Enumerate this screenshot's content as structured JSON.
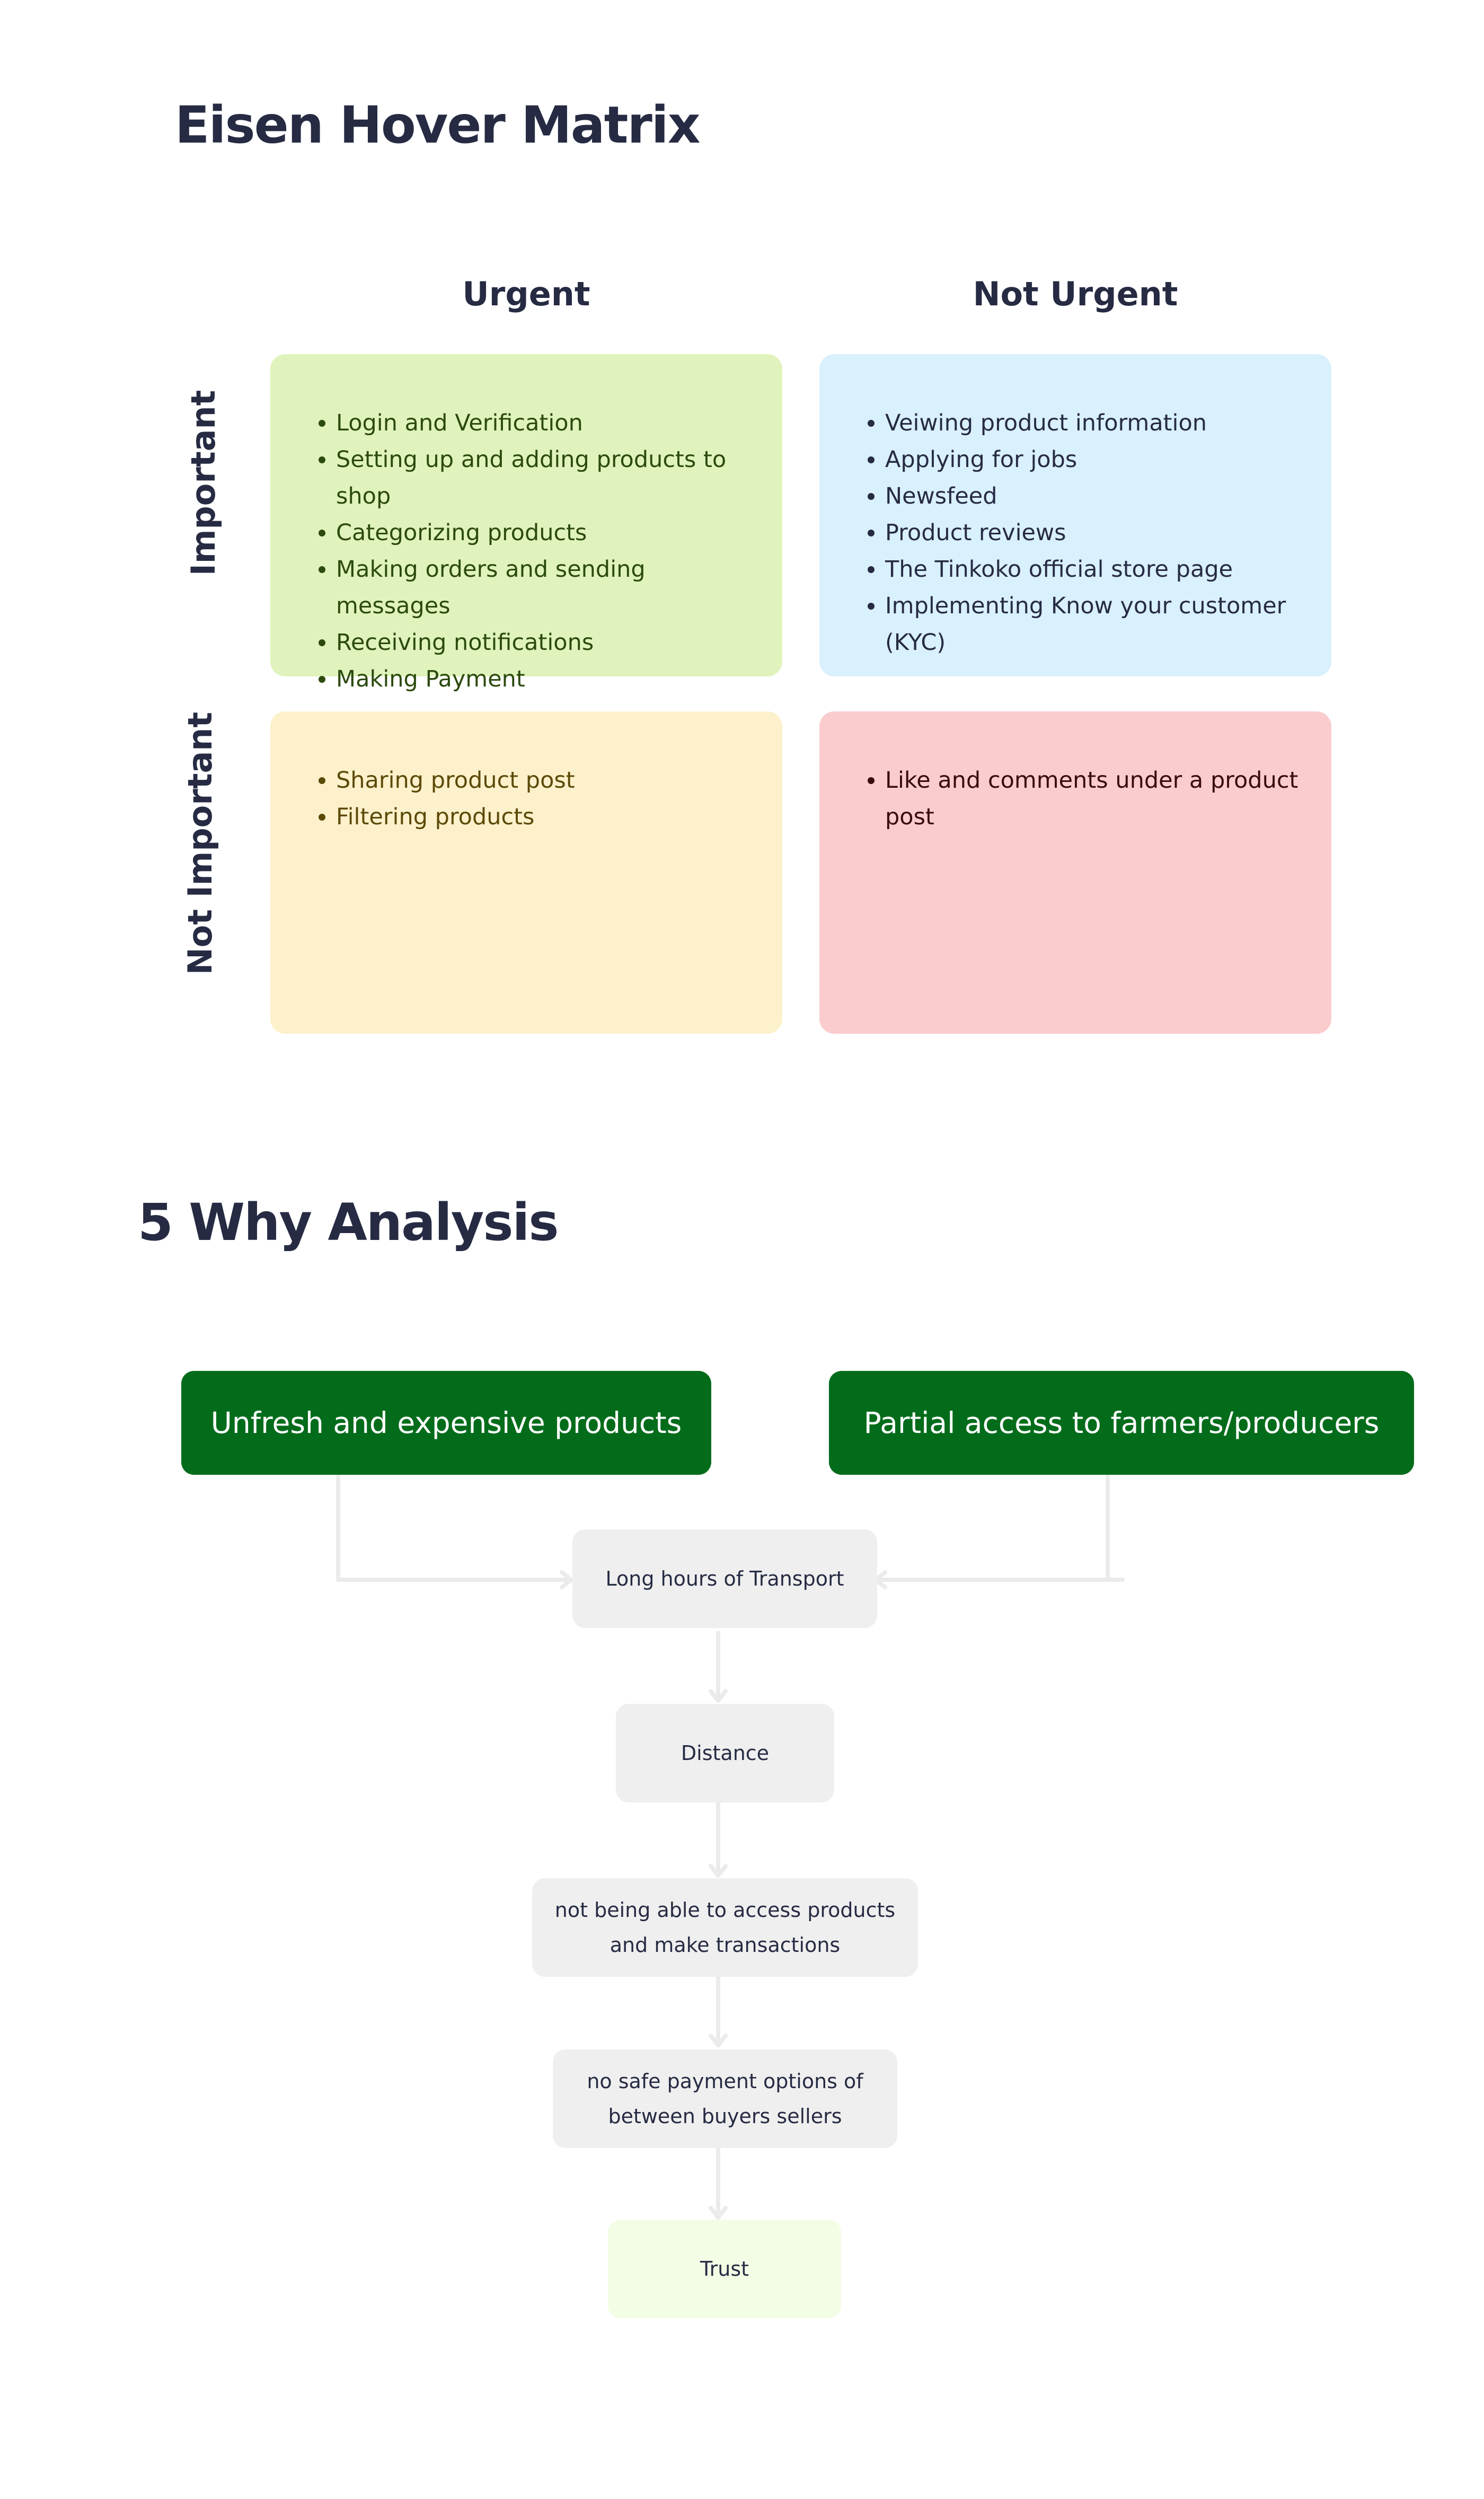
{
  "eisenhower": {
    "title": "Eisen Hover Matrix",
    "columns": [
      "Urgent",
      "Not Urgent"
    ],
    "rows": [
      "Important",
      "Not Important"
    ],
    "quadrants": {
      "urgent_important": {
        "color": "#e0f3bd",
        "text_color": "#2c4a0e",
        "items": [
          "Login and Verification",
          "Setting up and adding products to shop",
          "Categorizing products",
          "Making orders and sending messages",
          "Receiving notifications",
          "Making Payment"
        ]
      },
      "not_urgent_important": {
        "color": "#d9f0fd",
        "text_color": "#262b43",
        "items": [
          "Veiwing product information",
          "Applying for jobs",
          "Newsfeed",
          "Product reviews",
          "The Tinkoko official store page",
          "Implementing Know your customer (KYC)"
        ]
      },
      "urgent_not_important": {
        "color": "#fdf1cb",
        "text_color": "#5c4a08",
        "items": [
          "Sharing product post",
          "Filtering products"
        ]
      },
      "not_urgent_not_important": {
        "color": "#facccd",
        "text_color": "#3a0a0c",
        "items": [
          "Like and comments under a product post"
        ]
      }
    }
  },
  "five_why": {
    "title": "5 Why Analysis",
    "roots": [
      "Unfresh and expensive products",
      "Partial access to farmers/producers"
    ],
    "whys": [
      "Long hours of Transport",
      "Distance",
      "not being able to access products and make transactions",
      "no safe payment options of between buyers sellers",
      "Trust"
    ],
    "colors": {
      "root_bg": "#036c1b",
      "why_bg": "#efefef",
      "trust_bg": "#f3fde5",
      "connector": "#efefef"
    }
  }
}
